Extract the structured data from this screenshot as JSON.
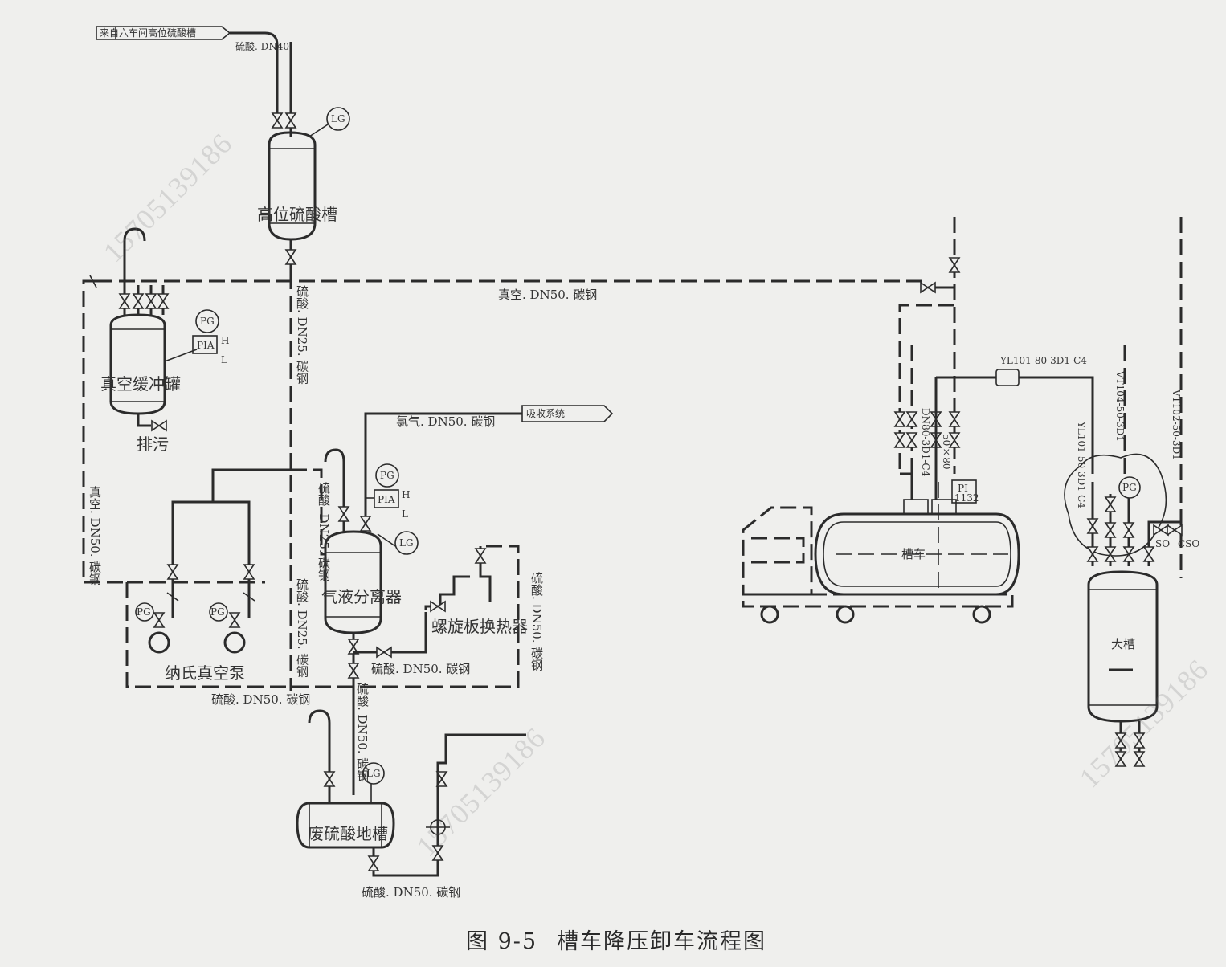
{
  "figure": {
    "number": "图 9-5",
    "caption": "槽车降压卸车流程图"
  },
  "equipment": {
    "high_tank": "高位硫酸槽",
    "vacuum_buffer": "真空缓冲罐",
    "blowdown": "排污",
    "gas_liquid_separator": "气液分离器",
    "nash_vacuum_pump": "纳氏真空泵",
    "spiral_plate_exchanger": "螺旋板换热器",
    "waste_acid_pit": "废硫酸地槽",
    "tank_truck": "槽车",
    "big_tank": "大槽"
  },
  "instruments": {
    "pg": "PG",
    "pia": "PIA",
    "h": "H",
    "l": "L",
    "lg": "LG",
    "pi": "PI",
    "pi_tag": "1132",
    "so": "SO",
    "cso": "CSO"
  },
  "pipe_labels": {
    "source_box": "来自六车间高位硫酸槽",
    "acid_dn40": "硫酸. DN40",
    "vacuum_main": "真空. DN50. 碳钢",
    "acid_dn25_a": "硫酸. DN25. 碳钢",
    "acid_dn25_b": "硫酸. DN25. 碳钢",
    "acid_dn25_c": "硫酸. DN25. 碳钢",
    "vacuum_dn50_vert": "真空. DN50. 碳钢",
    "chlorine": "氯气. DN50. 碳钢",
    "absorption": "吸收系统",
    "acid_dn50_a": "硫酸. DN50. 碳钢",
    "acid_dn50_b": "硫酸. DN50. 碳钢",
    "acid_dn50_c": "硫酸. DN50. 碳钢",
    "acid_dn50_d": "硫酸. DN50. 碳钢",
    "acid_dn50_e": "硫酸. DN50. 碳钢",
    "yl101_80": "YL101-80-3D1-C4",
    "dn80": "DN80-3D1-C4",
    "size_50x80": "50×80",
    "yl101_50": "YL101-50-3D1-C4",
    "vt104": "VT104-50-3D1",
    "vt102": "VT102-50-3D1"
  },
  "watermark": "15705139186"
}
